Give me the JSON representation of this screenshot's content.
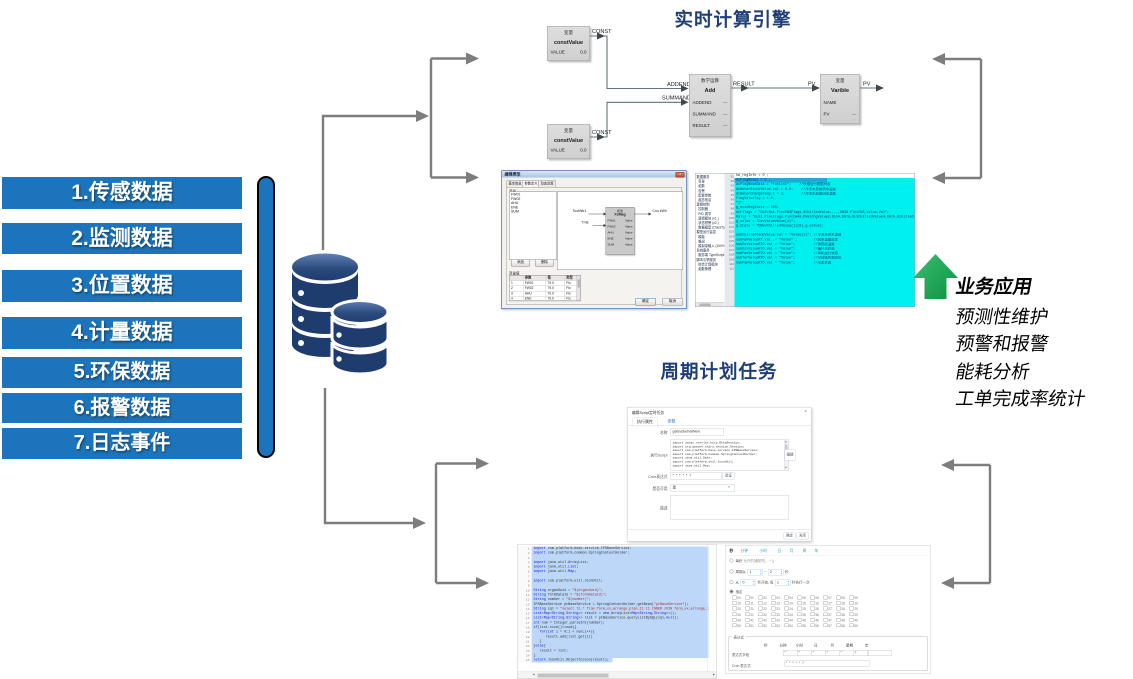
{
  "palette": {
    "bar_blue": "#1C75BC",
    "navy": "#1F3E74",
    "db_navy": "#1F3C6E",
    "connector_gray": "#7D7D7D",
    "green": "#17A04B",
    "cyan": "#00F0F0"
  },
  "left_panel": {
    "items": [
      "1.传感数据",
      "2.监测数据",
      "3.位置数据",
      "4.计量数据",
      "5.环保数据",
      "6.报警数据",
      "7.日志事件"
    ]
  },
  "database": {
    "icon": "database-cylinders"
  },
  "engine": {
    "title": "实时计算引擎",
    "const_block": {
      "type": "变量",
      "name": "constValue",
      "row_l": "VALUE",
      "row_r": "0.0"
    },
    "add_block": {
      "type": "数学运算",
      "name": "Add",
      "ports": [
        "ADDEND",
        "SUMMAND",
        "RESULT"
      ],
      "dash": "—"
    },
    "var_block": {
      "type": "变量",
      "name": "Varible",
      "row1": "NAME",
      "row2": "PV",
      "dash": "—"
    },
    "wire_labels": {
      "const1": "CONST",
      "const2": "CONST",
      "addend": "ADDEND",
      "summand": "SUMMAND",
      "result": "RESULT",
      "pv_in": "PV",
      "pv_out": "PV"
    }
  },
  "model_dialog": {
    "title": "编辑模型",
    "close": "×",
    "tabs": [
      "基本信息",
      "参数定义",
      "动态设置"
    ],
    "group_label": "变量",
    "variables": [
      "FW01",
      "FW02",
      "AHU",
      "ENE",
      "SUM"
    ],
    "add_btn": "添加",
    "del_btn": "删除",
    "node": {
      "in1": "ToutWtr1",
      "in2": "TmE",
      "out": "Cou.kWh",
      "type": "模型",
      "name": "XcMag",
      "rows": [
        {
          "n": "FW01",
          "v": "Value"
        },
        {
          "n": "FW02",
          "v": "Value"
        },
        {
          "n": "AHU",
          "v": "Value"
        },
        {
          "n": "ENE",
          "v": "Value"
        },
        {
          "n": "SUM",
          "v": "Value"
        }
      ]
    },
    "table_label": "变量值",
    "table": {
      "headers": [
        "",
        "参数",
        "值",
        "类型"
      ],
      "rows": [
        {
          "i": "1",
          "p": "FW01",
          "v": "79.0",
          "t": "Flo"
        },
        {
          "i": "2",
          "p": "FW02",
          "v": "79.0",
          "t": "Flo"
        },
        {
          "i": "3",
          "p": "AHU",
          "v": "79.0",
          "t": "Flo"
        },
        {
          "i": "4",
          "p": "ENE",
          "v": "79.0",
          "t": "Flo"
        }
      ]
    },
    "ok": "确定",
    "cancel": "取消"
  },
  "cyan_editor": {
    "tree": [
      "数据服务",
      "  变量",
      "  函数",
      "  告警",
      "  配置参数",
      "  组态信息",
      "逻辑控制",
      "  控制器",
      "  PID 调节",
      "  逻辑模块 (v1.)",
      "  状态预警 (v2.)",
      "  数据模型 (ClassTyp",
      "模型运行监控",
      "  模板",
      "  输出",
      "  模拟量输入 (100%)",
      "系统服务",
      "  服务端 TypeScript",
      "脚本引擎服务",
      "  综合计算模块",
      "  函数管理"
    ],
    "line_numbers": [
      "91",
      "92",
      "93",
      "94",
      "95",
      "96",
      "97",
      "98",
      "99",
      "100",
      "101",
      "102",
      "103",
      "104",
      "105",
      "106",
      "107",
      "108",
      "109",
      "110",
      "111"
    ],
    "first_line": "hw_regInfo = 0 ;",
    "lines": [
      {
        "t": "dcPlngNodes = 0 ;",
        "cls": "sel"
      },
      {
        "t": "dcPlngNodeData = \"runList\";    //获取运行数据列表"
      },
      {
        "t": "dcWaterStockValue.val = 0.0;    //冷冻水总管供水温度"
      },
      {
        "t": "dcWaterChangeTemp.t = 1;        //冷冻水总管回水温度"
      },
      {
        "t": "flagValueTag = 1.0;"
      },
      {
        "t": "\"1\";"
      },
      {
        "t": "g_exitRegState = 300;"
      },
      {
        "t": "strlTags = \"DLS:Hot.PlncCW3Flags.dChilledValue,...,DB38.PlncCW3_Value,Val\";"
      },
      {
        "t": "Vals2 = \"DLS1.PlncCTags.PlncCW4a.DValChgValue2,DLS4_DB78,DLSChilledValue4,DB78.DChilledValue8,Val\";"
      },
      {
        "t": "g_value = \"DevValueValue(1)\";"
      },
      {
        "t": "g_state = \"DDevChilledValue(1)(8)_g_value);"
      },
      {
        "t": ""
      },
      {
        "t": "subChilledTempValue.val = \"Value(s)\"; //冷冻水供水温度"
      },
      {
        "t": "subFanValueRT.val ,= \"Value\" ;        //回水温度设定"
      },
      {
        "t": "subDevValueRTD.val = \"Value\";         //换热站温度"
      },
      {
        "t": "subDsxValueRTD.val = \"Value\";         //循环泵状态"
      },
      {
        "t": "subFanValueRTD.val = \"Value\";         //风机运行状态"
      },
      {
        "t": "subTwrValueRTD.val = \"Value\";         //冷却塔状态回讯"
      },
      {
        "t": "subPmpValueRTD.val = \"Value\";         //水泵状态"
      }
    ]
  },
  "task_section": {
    "title": "周期计划任务"
  },
  "task_dialog": {
    "title": "编辑Script定时任务",
    "close": "×",
    "tabs": [
      "执行属性",
      "参数"
    ],
    "name_label": "名称",
    "name_value": "getBucketValNew",
    "script_label": "执行Script",
    "script_lines": [
      "import javax.servlet.http.HttpSession;",
      "import org.apache.shiro.session.Session;",
      "import com.platform.base.service.IPSBaseService;",
      "import com.platform.common.SpringContextHolder;",
      "import java.util.Date;",
      "import com.platform.util.JsonUtil;",
      "import java.util.Map;"
    ],
    "edit_btn": "编辑",
    "cron_label": "Cron表达式",
    "cron_value": "* * * * * ?",
    "verify_btn": "验证",
    "enable_label": "是否可用",
    "enable_value": "是",
    "desc_label": "描述",
    "desc_value": "",
    "ok": "确定",
    "close_btn": "关闭"
  },
  "script_panel": {
    "lines": [
      {
        "n": "1",
        "t": "import com.platform.base.service.IPSBaseService;"
      },
      {
        "n": "2",
        "t": "import com.platform.common.SpringContextHolder;"
      },
      {
        "n": "3",
        "t": ""
      },
      {
        "n": "4",
        "t": "import java.util.ArrayList;"
      },
      {
        "n": "5",
        "t": "import java.util.List;"
      },
      {
        "n": "6",
        "t": "import java.util.Map;"
      },
      {
        "n": "7",
        "t": ""
      },
      {
        "n": "8",
        "t": "import com.platform.util.JsonUtil;"
      },
      {
        "n": "9",
        "t": ""
      },
      {
        "n": "10",
        "t": "String organGuid = \"$(organGuid)\";"
      },
      {
        "n": "11",
        "t": "String formDataId = \"$(formDataId)\";"
      },
      {
        "n": "12",
        "t": "String number = \"$(number)\";"
      },
      {
        "n": "13",
        "t": "IPSBaseService ptBaseService = SpringContextHolder.getBean(\"ptBaseService\");"
      },
      {
        "n": "14",
        "t": "String sql = \"select t1.* from form_xx_arrange_plan_t1 t1 INNER JOIN form_xx_arrange_pla\";"
      },
      {
        "n": "15",
        "t": "List<Map<String,String>> result = new ArrayList<Map<String,String>>();"
      },
      {
        "n": "16",
        "t": "List<Map<String,String>> list = ptBaseService.queryListBySQL(sql,null);"
      },
      {
        "n": "17",
        "t": "int num = Integer.parseInt(number);"
      },
      {
        "n": "18",
        "t": "if(list.size()>=num){"
      },
      {
        "n": "19",
        "t": "   for(int i = 0;i < num;i++){"
      },
      {
        "n": "20",
        "t": "      result.add(list.get(i))"
      },
      {
        "n": "21",
        "t": "   }"
      },
      {
        "n": "22",
        "t": "}else{"
      },
      {
        "n": "23",
        "t": "   result = list;"
      },
      {
        "n": "24",
        "t": "}"
      },
      {
        "n": "25",
        "t": "return JsonUtil.ObjectToJson(result);",
        "cls": "last"
      }
    ]
  },
  "cron_panel": {
    "tabs": [
      {
        "t": "秒",
        "cls": "on"
      },
      {
        "t": "分钟"
      },
      {
        "t": "小时"
      },
      {
        "t": "日"
      },
      {
        "t": "月"
      },
      {
        "t": "周"
      },
      {
        "t": "年"
      }
    ],
    "opt1": "每秒",
    "opt1_note": "允许的通配符[, - * /]",
    "opt2_pre": "周期从",
    "opt2_v1": "1",
    "opt2_mid": "~",
    "opt2_v2": "2",
    "opt2_suf": "秒",
    "opt3_pre": "从",
    "opt3_v1": "0",
    "opt3_mid": "秒开始, 每",
    "opt3_v2": "1",
    "opt3_suf": "秒执行一次",
    "opt4": "指定",
    "grid": [
      "00",
      "01",
      "02",
      "03",
      "04",
      "05",
      "06",
      "07",
      "08",
      "09",
      "10",
      "11",
      "12",
      "13",
      "14",
      "15",
      "16",
      "17",
      "18",
      "19",
      "20",
      "21",
      "22",
      "23",
      "24",
      "25",
      "26",
      "27",
      "28",
      "29",
      "30",
      "31",
      "32",
      "33",
      "34",
      "35",
      "36",
      "37",
      "38",
      "39",
      "40",
      "41",
      "42",
      "43",
      "44",
      "45",
      "46",
      "47",
      "48",
      "49",
      "50",
      "51",
      "52",
      "53",
      "54",
      "55",
      "56",
      "57",
      "58",
      "59"
    ],
    "expr": {
      "legend": "表达式",
      "headers": [
        "秒",
        "分钟",
        "小时",
        "日",
        "月",
        "星期",
        "年"
      ],
      "field_label": "表达式字段",
      "values": [
        "*",
        "*",
        "*",
        "*",
        "*",
        "?",
        ""
      ],
      "cron_label": "Cron 表达式",
      "cron_value": "* * * * * ?"
    }
  },
  "business": {
    "title": "业务应用",
    "items": [
      "预测性维护",
      "预警和报警",
      "能耗分析",
      "工单完成率统计"
    ]
  }
}
